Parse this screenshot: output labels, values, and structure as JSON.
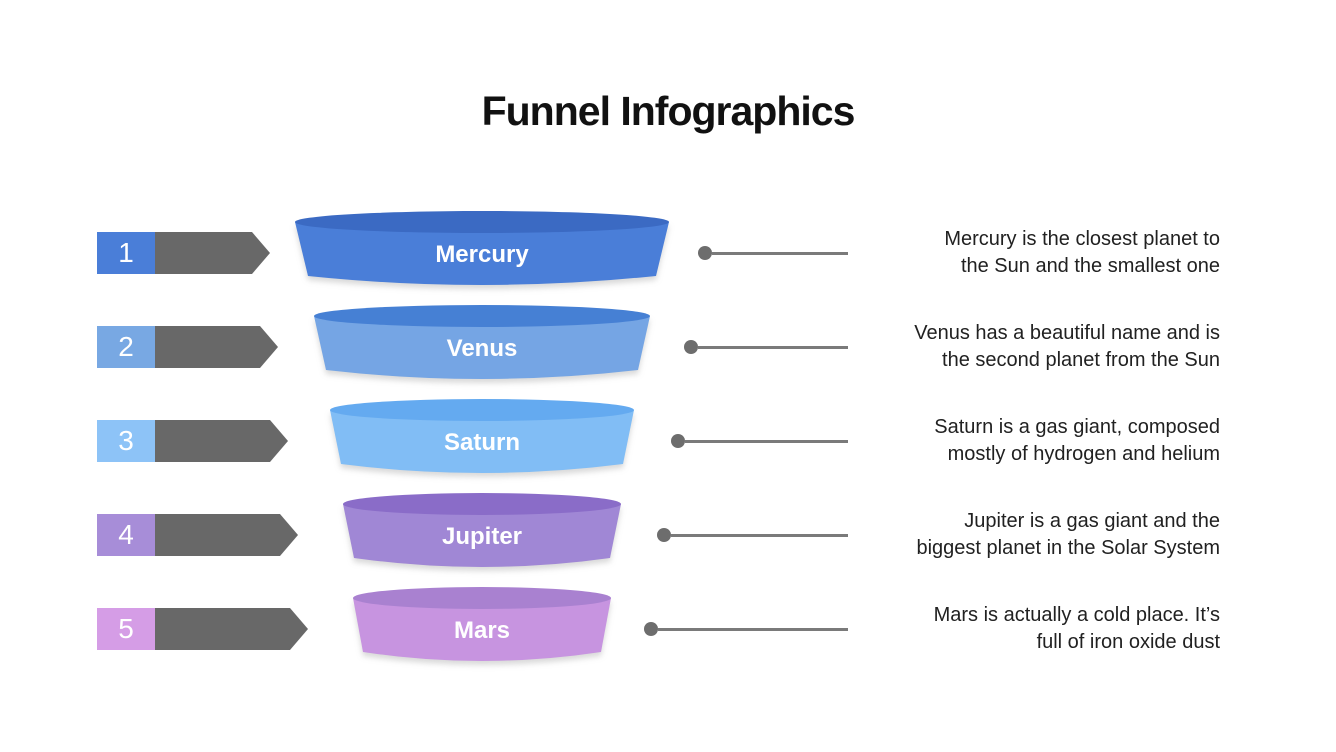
{
  "title": "Funnel Infographics",
  "colors": {
    "arrow_gray": "#686868",
    "line_gray": "#7a7a7a",
    "dot_gray": "#6d6d6d",
    "title_color": "#111111",
    "description_color": "#212121",
    "label_text": "#ffffff"
  },
  "rows": [
    {
      "number": "1",
      "label": "Mercury",
      "square_color": "#4a7ed8",
      "body_color": "#4a7ed8",
      "top_color": "#3b6ac3",
      "description": "Mercury is the closest planet to\nthe Sun and the smallest one"
    },
    {
      "number": "2",
      "label": "Venus",
      "square_color": "#78a8e3",
      "body_color": "#75a5e4",
      "top_color": "#4680d4",
      "description": "Venus has a beautiful name and is\nthe second planet from the Sun"
    },
    {
      "number": "3",
      "label": "Saturn",
      "square_color": "#8dc3f7",
      "body_color": "#81bdf5",
      "top_color": "#64aaf0",
      "description": "Saturn is a gas giant, composed\nmostly of hydrogen and helium"
    },
    {
      "number": "4",
      "label": "Jupiter",
      "square_color": "#a78dd8",
      "body_color": "#a087d5",
      "top_color": "#8a6cc8",
      "description": "Jupiter is a gas giant and the\nbiggest planet in the Solar System"
    },
    {
      "number": "5",
      "label": "Mars",
      "square_color": "#d59de6",
      "body_color": "#c794e0",
      "top_color": "#a981d0",
      "description": "Mars is actually a cold place. It’s\nfull of iron oxide dust"
    }
  ]
}
